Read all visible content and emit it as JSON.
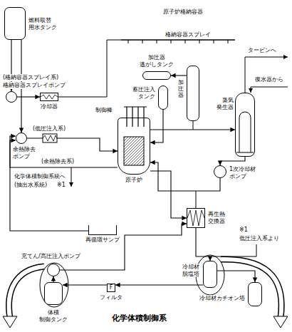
{
  "diagram": {
    "nodes": [
      {
        "text": [
          "原子炉格納容器"
        ]
      },
      {
        "text": [
          "燃料取替 用水タンク"
        ]
      },
      {
        "text": [
          "加圧器"
        ],
        "in": 0
      },
      {
        "text": [
          "蒸気 発生器"
        ],
        "in": 0
      },
      {
        "text": [
          "原子炉"
        ],
        "in": 0
      },
      {
        "text": [
          "1次冷却材 ポンプ"
        ],
        "in": 0
      },
      {
        "text": [
          "蓄圧注入 タンク"
        ],
        "in": 0
      },
      {
        "text": [
          "加圧器 逃がしタンク"
        ],
        "in": 0
      },
      {
        "text": [
          "再生熱 交換器"
        ],
        "in": 0
      },
      {
        "text": [
          "再循環サンプ"
        ],
        "in": 0
      },
      {
        "text": [
          "体積 制御タンク"
        ]
      },
      {
        "text": [
          "冷却材 脱塩塔"
        ]
      },
      {
        "text": [
          "冷却材カチオン塔"
        ]
      },
      {
        "text": [
          "F",
          "フィルタ"
        ]
      },
      {
        "text": [
          "余熱除去 ポンプ"
        ]
      },
      {
        "text": [
          "(格納容器スプレイ系)",
          "格納容器スプレイポンプ"
        ]
      },
      {
        "text": [
          "冷却器"
        ]
      },
      {
        "text": [
          "充てん/高圧注入ポンプ"
        ]
      }
    ],
    "edges": [
      {
        "from": 1,
        "to": 15,
        "arrow": "to"
      },
      {
        "from": 1,
        "to": 14,
        "arrow": "to"
      },
      {
        "from": 15,
        "to": 16,
        "arrow": "to"
      },
      {
        "from": 14,
        "to": 4,
        "arrow": "to"
      },
      {
        "from": 4,
        "to": 14,
        "arrow": "to"
      },
      {
        "from": 9,
        "to": 14,
        "arrow": "to"
      },
      {
        "from": 2,
        "to": 7,
        "arrow": "to"
      },
      {
        "from": 4,
        "to": 3,
        "arrow": "to"
      },
      {
        "from": 3,
        "to": 5,
        "arrow": "to"
      },
      {
        "from": 5,
        "to": 4,
        "arrow": "to"
      },
      {
        "from": 6,
        "to": 4,
        "arrow": "to"
      },
      {
        "from": 4,
        "to": 8,
        "arrow": "to"
      },
      {
        "from": 8,
        "to": 11,
        "arrow": "to"
      },
      {
        "from": 11,
        "to": 13,
        "arrow": "to"
      },
      {
        "from": 13,
        "to": 10,
        "arrow": "to"
      },
      {
        "from": 10,
        "to": 17,
        "arrow": "to"
      },
      {
        "from": 17,
        "to": 8,
        "arrow": "to"
      },
      {
        "from": 11,
        "to": 12,
        "arrow": "to"
      }
    ],
    "labels": [
      "格納容器スプレイ",
      "タービンへ",
      "復水器から",
      "制御棒",
      "(低圧注入系)",
      "化学体積制御系統へ",
      "(抽出水系統)",
      "※1",
      "(余熱除去系)",
      "※1",
      "低圧注入系より",
      "化学体積制御系"
    ]
  }
}
